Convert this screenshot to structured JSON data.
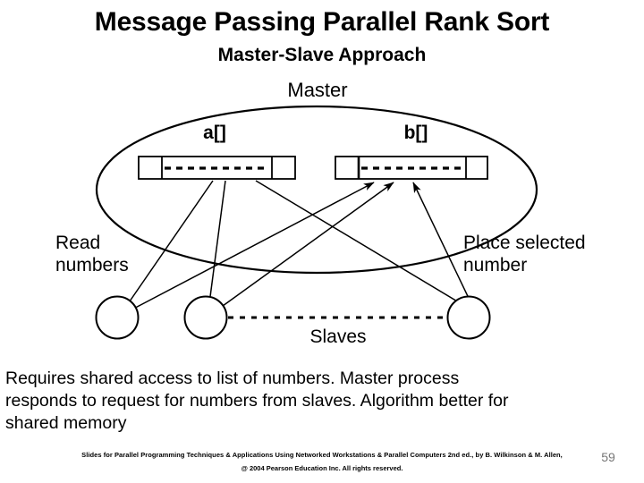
{
  "slide": {
    "title": "Message Passing Parallel Rank Sort",
    "subtitle": "Master-Slave Approach",
    "page_number": "59"
  },
  "diagram": {
    "master_label": "Master",
    "array_a_label": "a[]",
    "array_b_label": "b[]",
    "read_label_line1": "Read",
    "read_label_line2": "numbers",
    "place_label_line1": "Place selected",
    "place_label_line2": "number",
    "slaves_label": "Slaves",
    "stroke_color": "#000000",
    "fill_color": "#ffffff"
  },
  "body": {
    "line1": "Requires shared access to list of numbers. Master process",
    "line2": "responds to request for numbers from slaves. Algorithm better for",
    "line3": "shared memory"
  },
  "footer": {
    "line1": "Slides for Parallel Programming Techniques & Applications Using Networked Workstations & Parallel Computers 2nd ed., by B. Wilkinson & M. Allen,",
    "line2": "@ 2004 Pearson Education Inc. All rights reserved."
  }
}
